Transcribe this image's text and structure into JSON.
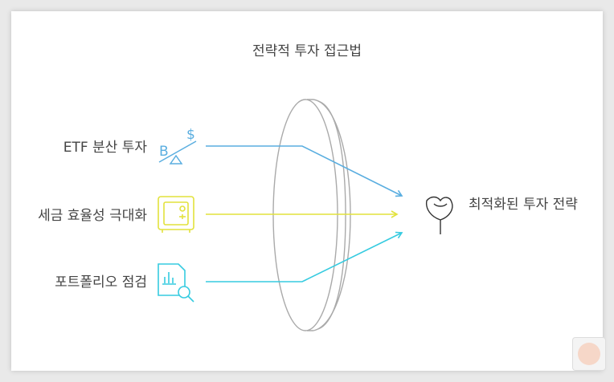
{
  "title": "전략적 투자 접근법",
  "inputs": [
    {
      "label": "ETF 분산 투자",
      "icon": "seesaw-bitcoin-dollar-icon",
      "color": "#5aaee0"
    },
    {
      "label": "세금 효율성 극대화",
      "icon": "safe-icon",
      "color": "#e2e23c"
    },
    {
      "label": "포트폴리오 점검",
      "icon": "document-chart-search-icon",
      "color": "#36cbe0"
    }
  ],
  "result": {
    "label": "최적화된 투자 전략",
    "icon": "rose-flower-icon"
  },
  "colors": {
    "lens": "#aaaaaa",
    "text": "#444444"
  }
}
